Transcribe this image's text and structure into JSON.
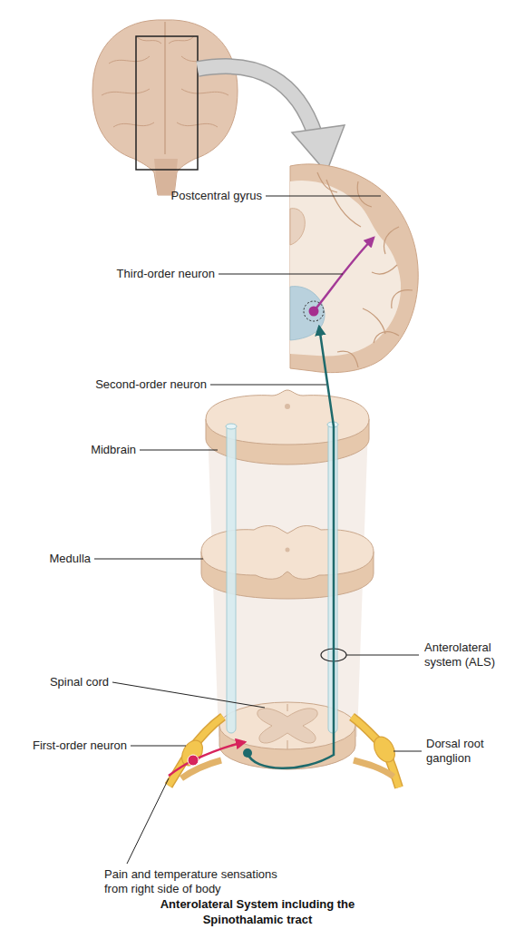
{
  "diagram": {
    "caption": "Anterolateral System including the Spinothalamic tract",
    "labels": [
      "Postcentral gyrus",
      "Third-order neuron",
      "Second-order neuron",
      "Midbrain",
      "Medulla",
      "Anterolateral system (ALS)",
      "Spinal cord",
      "First-order neuron",
      "Dorsal root ganglion",
      "Pain and temperature sensations from right side of body"
    ]
  }
}
